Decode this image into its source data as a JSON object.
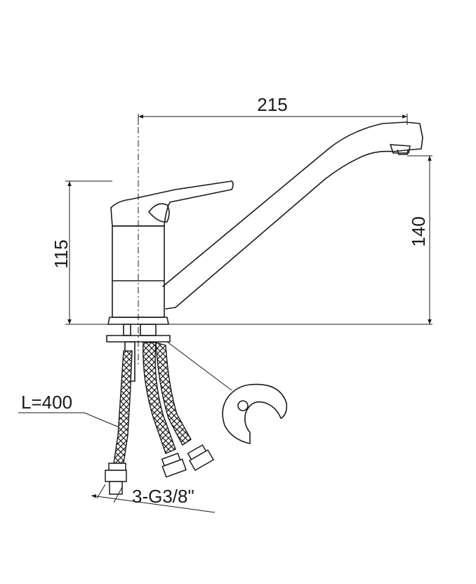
{
  "dimensions": {
    "width_label": "215",
    "height_body_label": "115",
    "height_spout_label": "140",
    "hose_length_label": "L=400",
    "connection_label": "3-G3/8\""
  }
}
